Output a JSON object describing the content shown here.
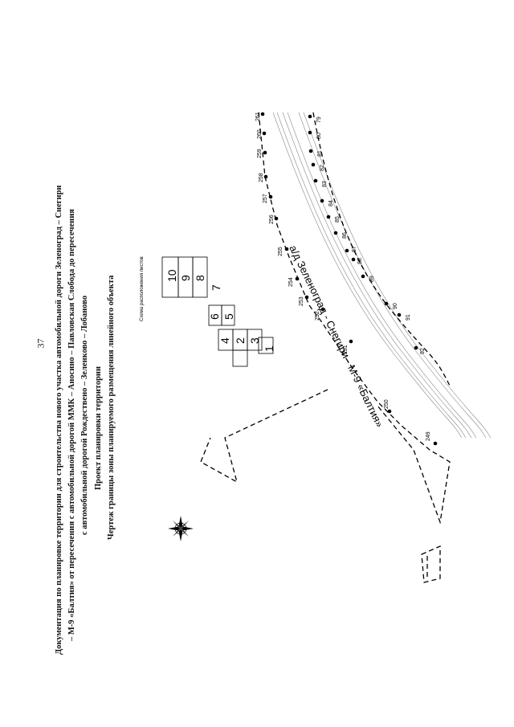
{
  "page_number": "37",
  "title": {
    "line1": "Документация по планировке территории для строительства нового участка автомобильной дороги Зеленоград – Снегири",
    "line2": "– М-9 «Балтия» от пересечения с автомобильной дорогой ММК – Аносино – Павловская Слобода до пересечения",
    "line3": "с автомобильной дорогой Рождествено – Зеленково – Лобаново",
    "line4": "Проект планировки территории",
    "line5": "Чертеж границы зоны планируемого размещения линейного объекта"
  },
  "sheet_scheme": {
    "title": "Схема расположения листов",
    "sheets": [
      "1",
      "2",
      "3",
      "4",
      "5",
      "6",
      "7",
      "8",
      "9",
      "10"
    ]
  },
  "road_label": "а/д Зеленоград - Снегири - М-9 «Балтия»",
  "points": {
    "left": [
      "249",
      "250",
      "251",
      "252",
      "253",
      "254",
      "255",
      "256",
      "257",
      "258",
      "259",
      "260",
      "261"
    ],
    "right": [
      "79",
      "80",
      "81",
      "82",
      "83",
      "84",
      "85",
      "86",
      "87",
      "88",
      "89",
      "90",
      "91",
      "92"
    ]
  },
  "icons": {
    "compass": "compass-rose-icon"
  }
}
